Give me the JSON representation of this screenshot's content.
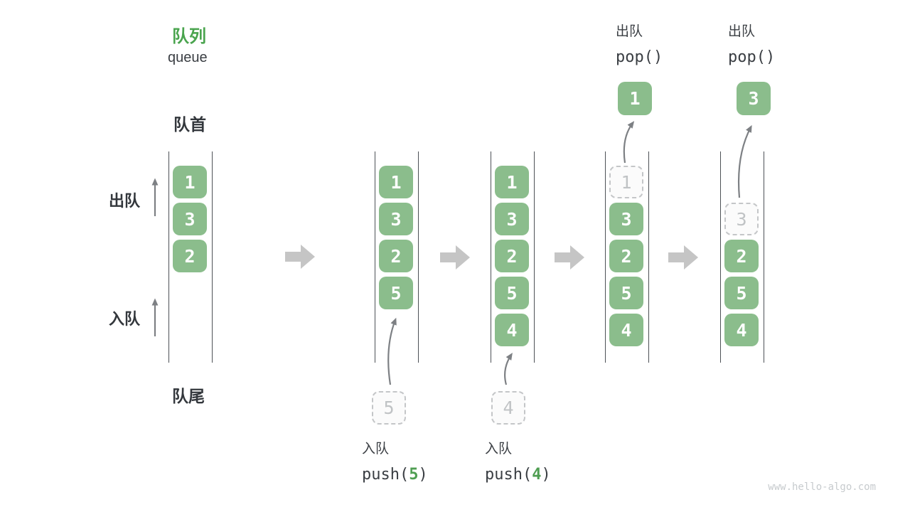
{
  "title": {
    "zh": "队列",
    "en": "queue"
  },
  "side_labels": {
    "front": "队首",
    "rear": "队尾",
    "dequeue": "出队",
    "enqueue": "入队"
  },
  "states": [
    {
      "cells": [
        "1",
        "3",
        "2"
      ]
    },
    {
      "cells": [
        "1",
        "3",
        "2",
        "5"
      ]
    },
    {
      "cells": [
        "1",
        "3",
        "2",
        "5",
        "4"
      ]
    },
    {
      "ghost": "1",
      "cells": [
        "3",
        "2",
        "5",
        "4"
      ]
    },
    {
      "ghost": "3",
      "cells": [
        "2",
        "5",
        "4"
      ]
    }
  ],
  "ops": {
    "push5": {
      "label": "入队",
      "fn_open": "push(",
      "arg": "5",
      "fn_close": ")",
      "incoming": "5"
    },
    "push4": {
      "label": "入队",
      "fn_open": "push(",
      "arg": "4",
      "fn_close": ")",
      "incoming": "4"
    },
    "pop1": {
      "label": "出队",
      "fn": "pop()",
      "popped": "1"
    },
    "pop3": {
      "label": "出队",
      "fn": "pop()",
      "popped": "3"
    }
  },
  "watermark": "www.hello-algo.com",
  "colors": {
    "cell_green": "#8bbd8c",
    "title_green": "#4aa44e",
    "code_arg_green": "#4f9e52",
    "block_arrow_gray": "#c5c5c5",
    "thin_arrow_gray": "#7d8084",
    "rail_gray": "#4d5156",
    "text_dark": "#3a3e43",
    "ghost_gray": "#c0c3c5"
  }
}
